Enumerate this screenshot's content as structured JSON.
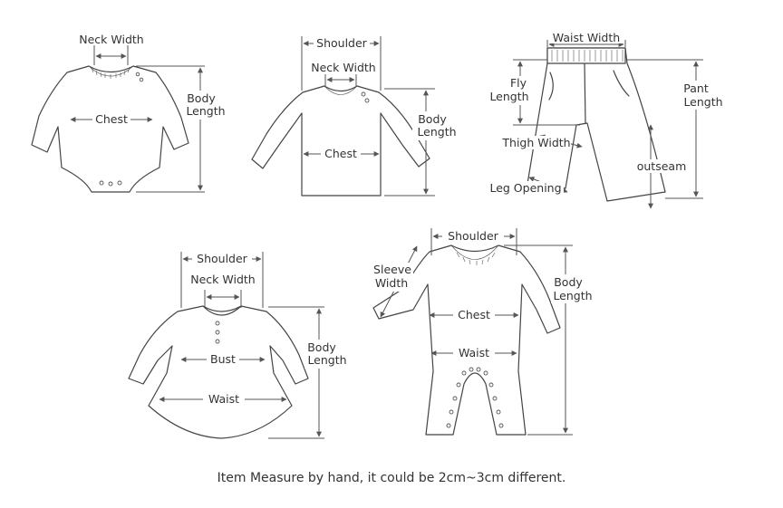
{
  "colors": {
    "line": "#444444",
    "text": "#333333",
    "background": "#ffffff"
  },
  "bodysuit": {
    "neck_width": "Neck Width",
    "chest": "Chest",
    "body_length_1": "Body",
    "body_length_2": "Length"
  },
  "shirt": {
    "shoulder": "Shoulder",
    "neck_width": "Neck Width",
    "chest": "Chest",
    "body_length_1": "Body",
    "body_length_2": "Length"
  },
  "pants": {
    "waist_width": "Waist Width",
    "fly_length_1": "Fly",
    "fly_length_2": "Length",
    "thigh_width": "Thigh Width",
    "leg_opening": "Leg Opening",
    "pant_length_1": "Pant",
    "pant_length_2": "Length",
    "outseam": "outseam"
  },
  "dress": {
    "shoulder": "Shoulder",
    "neck_width": "Neck Width",
    "bust": "Bust",
    "waist": "Waist",
    "body_length_1": "Body",
    "body_length_2": "Length"
  },
  "romper": {
    "shoulder": "Shoulder",
    "sleeve_width_1": "Sleeve",
    "sleeve_width_2": "Width",
    "chest": "Chest",
    "waist": "Waist",
    "body_length_1": "Body",
    "body_length_2": "Length"
  },
  "footnote": "Item Measure by hand, it could be 2cm~3cm different."
}
